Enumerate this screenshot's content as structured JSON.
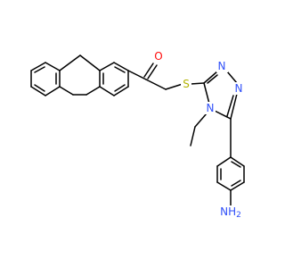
{
  "colors": {
    "background": "#ffffff",
    "bond": "#000000",
    "O": "#ff0d0d",
    "S": "#b2b200",
    "N": "#3050f8"
  },
  "labels": {
    "oxygen": "O",
    "sulfur": "S",
    "n_triazole_top": "N",
    "n_triazole_right": "N",
    "n_ethyl": "N",
    "amine": "NH"
  },
  "subscripts": {
    "amine": "2"
  }
}
